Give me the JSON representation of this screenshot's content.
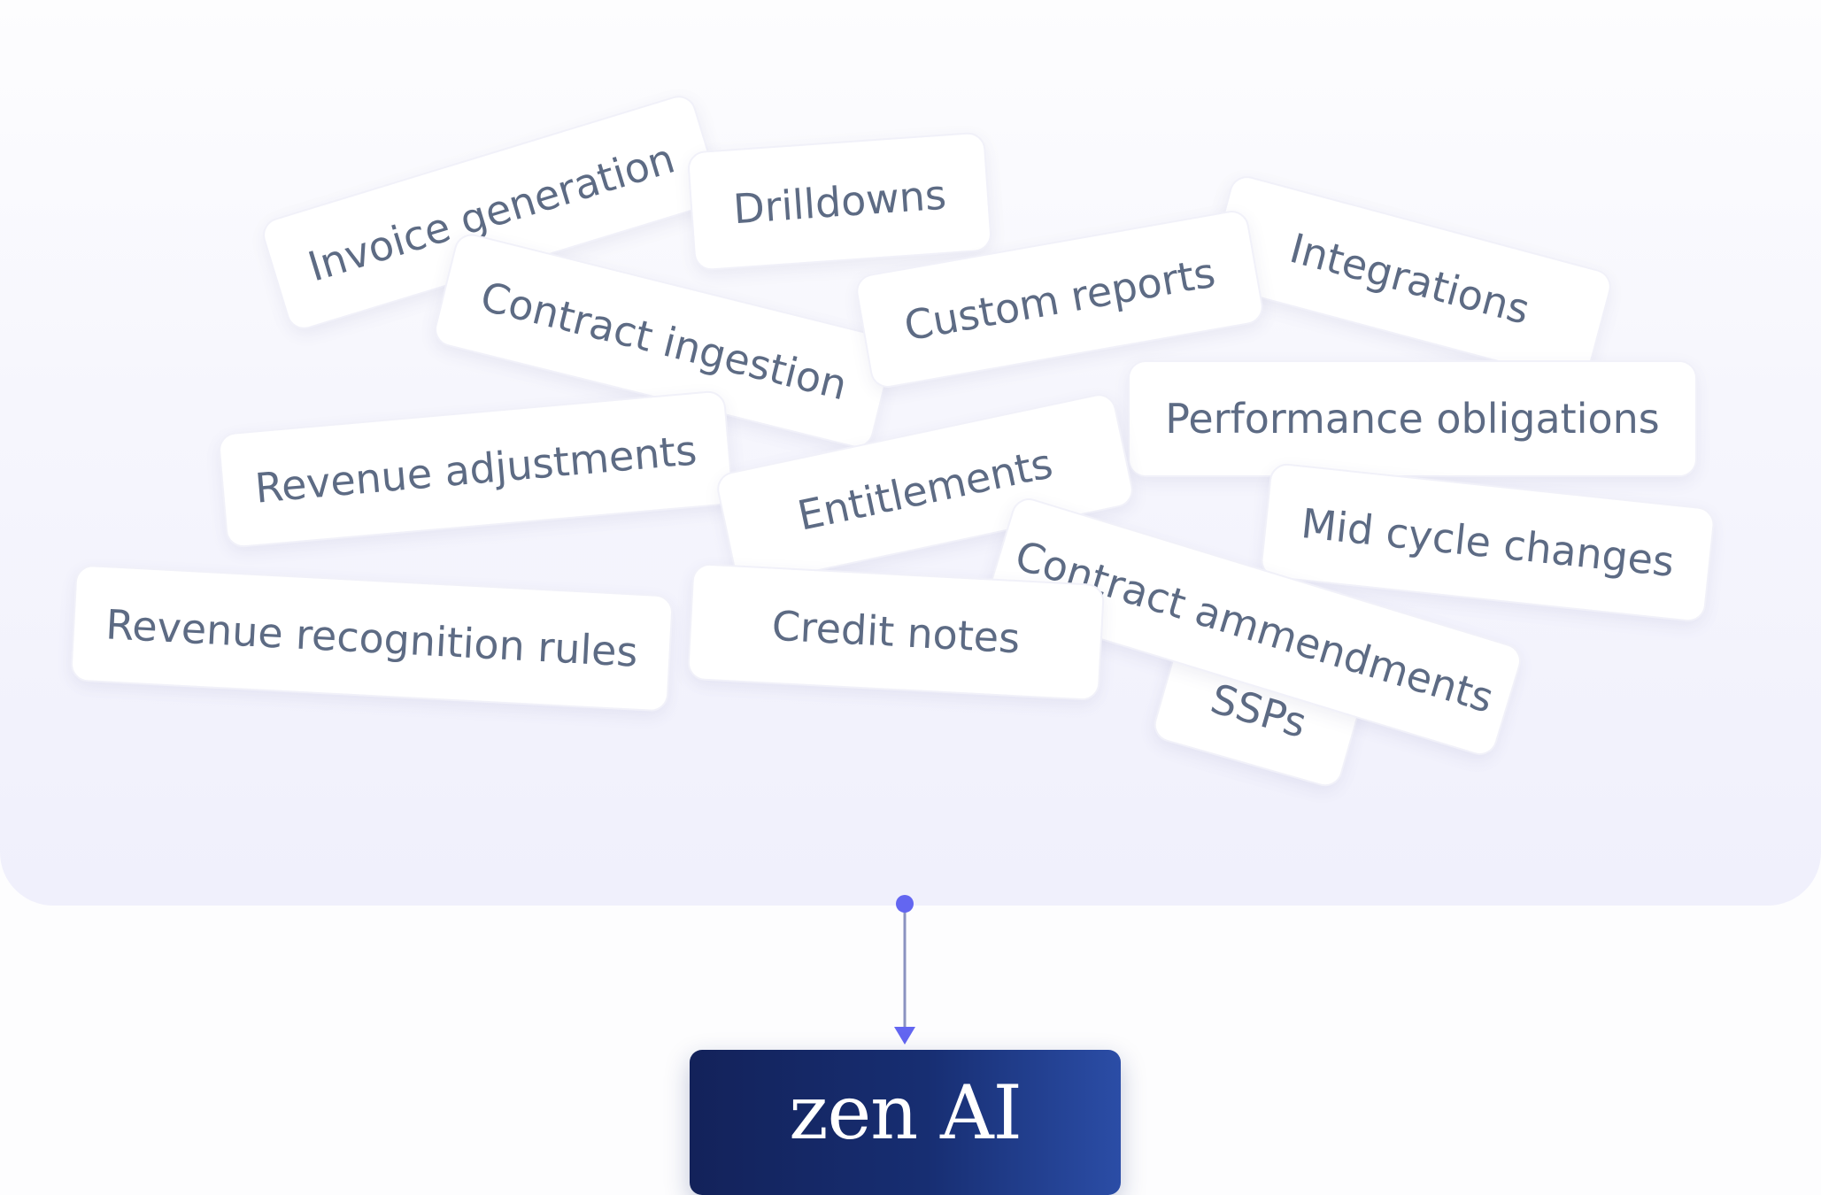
{
  "chips": [
    {
      "id": "invoice-generation",
      "label": "Invoice generation"
    },
    {
      "id": "drilldowns",
      "label": "Drilldowns"
    },
    {
      "id": "integrations",
      "label": "Integrations"
    },
    {
      "id": "contract-ingestion",
      "label": "Contract ingestion"
    },
    {
      "id": "custom-reports",
      "label": "Custom reports"
    },
    {
      "id": "performance-obligations",
      "label": "Performance obligations"
    },
    {
      "id": "revenue-adjustments",
      "label": "Revenue adjustments"
    },
    {
      "id": "entitlements",
      "label": "Entitlements"
    },
    {
      "id": "mid-cycle-changes",
      "label": "Mid cycle changes"
    },
    {
      "id": "ssps",
      "label": "SSPs"
    },
    {
      "id": "contract-ammendments",
      "label": "Contract ammendments"
    },
    {
      "id": "revenue-recognition-rules",
      "label": "Revenue recognition rules"
    },
    {
      "id": "credit-notes",
      "label": "Credit notes"
    }
  ],
  "brand": {
    "name": "zen AI",
    "box_color": "#172e72"
  },
  "connector": {
    "color": "#6366f1",
    "line_color": "#8a92c0"
  }
}
